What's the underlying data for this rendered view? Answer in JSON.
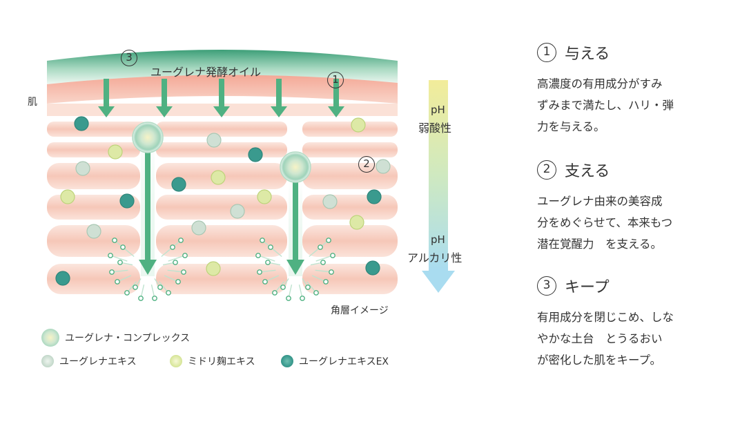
{
  "diagram": {
    "oil_label": "ユーグレナ発酵オイル",
    "skin_label": "肌",
    "stratum_label": "角層イメージ",
    "num_1": "1",
    "num_2": "2",
    "num_3": "3",
    "ph_top": "pH",
    "ph_top_sub": "弱酸性",
    "ph_bottom": "pH",
    "ph_bottom_sub": "アルカリ性"
  },
  "legend": {
    "complex": "ユーグレナ・コンプレックス",
    "extract": "ユーグレナエキス",
    "koji": "ミドリ麹エキス",
    "extract_ex": "ユーグレナエキスEX"
  },
  "sections": [
    {
      "num": "1",
      "title": "与える",
      "lines": [
        "高濃度の有用成分がすみ",
        "ずみまで満たし、ハリ・弾",
        "力を与える。"
      ]
    },
    {
      "num": "2",
      "title": "支える",
      "lines": [
        "ユーグレナ由来の美容成",
        "分をめぐらせて、本来もつ",
        "潜在覚醒力　を支える。"
      ]
    },
    {
      "num": "3",
      "title": "キープ",
      "lines": [
        "有用成分を閉じこめ、しな",
        "やかな土台　とうるおい",
        "が密化した肌をキープ。"
      ]
    }
  ],
  "colors": {
    "oil_top": "#3aa37a",
    "oil_bottom": "#e6f4ee",
    "skin": "#f4b7a6",
    "cell": "#f7cfc3",
    "arrow": "#4fb182",
    "teal_dot": "#3a9a8e",
    "gray_dot": "#c9dccf",
    "lime_dot": "#dbe8a0"
  }
}
